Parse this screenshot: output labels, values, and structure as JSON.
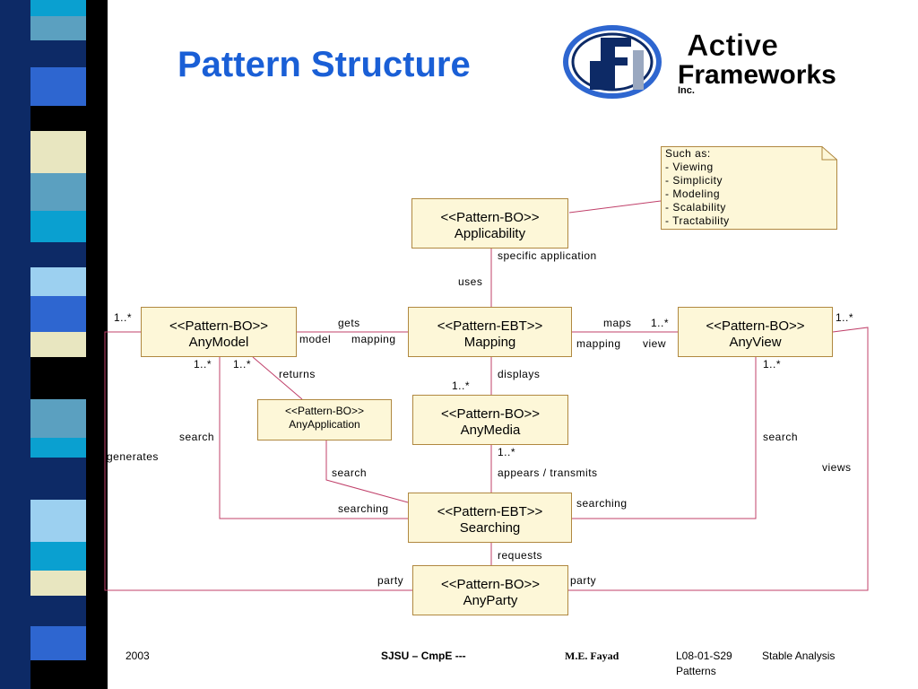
{
  "slide": {
    "title": "Pattern Structure",
    "logo": {
      "line1": "Active",
      "line2": "Frameworks",
      "suffix": "Inc.",
      "mark": "AF"
    }
  },
  "note": {
    "heading": "Such as:",
    "items": [
      "- Viewing",
      "- Simplicity",
      "- Modeling",
      "- Scalability",
      "- Tractability"
    ]
  },
  "boxes": {
    "applicability": {
      "stereotype": "<<Pattern-BO>>",
      "name": "Applicability"
    },
    "anymodel": {
      "stereotype": "<<Pattern-BO>>",
      "name": "AnyModel"
    },
    "mapping": {
      "stereotype": "<<Pattern-EBT>>",
      "name": "Mapping"
    },
    "anyview": {
      "stereotype": "<<Pattern-BO>>",
      "name": "AnyView"
    },
    "anyapplication": {
      "stereotype": "<<Pattern-BO>>",
      "name": "AnyApplication"
    },
    "anymedia": {
      "stereotype": "<<Pattern-BO>>",
      "name": "AnyMedia"
    },
    "searching": {
      "stereotype": "<<Pattern-EBT>>",
      "name": "Searching"
    },
    "anyparty": {
      "stereotype": "<<Pattern-BO>>",
      "name": "AnyParty"
    }
  },
  "labels": {
    "specific_application": "specific application",
    "uses": "uses",
    "mult_model_left": "1..*",
    "gets": "gets",
    "model": "model",
    "mapping_left": "mapping",
    "maps": "maps",
    "mult_maps": "1..*",
    "mapping_right": "mapping",
    "view": "view",
    "mult_view_right": "1..*",
    "mult_model_b1": "1..*",
    "mult_model_b2": "1..*",
    "returns": "returns",
    "displays": "displays",
    "mult_displays": "1..*",
    "mult_view_b": "1..*",
    "search_left": "search",
    "search_right": "search",
    "generates": "generates",
    "mult_media_b": "1..*",
    "search_app": "search",
    "appears": "appears / transmits",
    "views": "views",
    "searching_left": "searching",
    "searching_right": "searching",
    "requests": "requests",
    "party_left": "party",
    "party_right": "party"
  },
  "footer": {
    "year": "2003",
    "course": "SJSU – CmpE ---",
    "author": "M.E. Fayad",
    "code": "L08-01-S29",
    "topic": "Stable Analysis",
    "topic2": "Patterns"
  },
  "colors": {
    "title": "#1a5fd6",
    "box_fill": "#fdf7d8",
    "box_border": "#b08840",
    "connector": "#c0406a",
    "stripe_blue": "#2e66d0",
    "stripe_navy": "#0d2a66",
    "stripe_cyan": "#0aa0d0",
    "stripe_cream": "#e8e6c0"
  }
}
